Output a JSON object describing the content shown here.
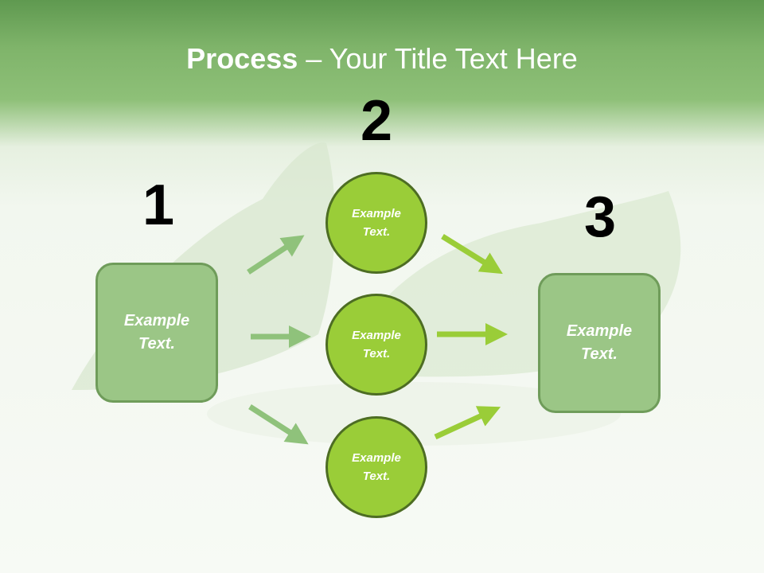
{
  "title": {
    "bold": "Process",
    "rest": " – Your Title Text Here"
  },
  "steps": [
    {
      "number": "1",
      "text": "Example Text."
    },
    {
      "number": "2",
      "items": [
        "Example Text.",
        "Example Text.",
        "Example Text."
      ]
    },
    {
      "number": "3",
      "text": "Example Text."
    }
  ],
  "colors": {
    "header": "#7fb46a",
    "box_fill": "#9bc686",
    "box_border": "#6f9c5a",
    "circle_fill": "#9acd38",
    "circle_border": "#4d6d23",
    "arrow_left": "#8fc27b",
    "arrow_right": "#9acd38"
  }
}
